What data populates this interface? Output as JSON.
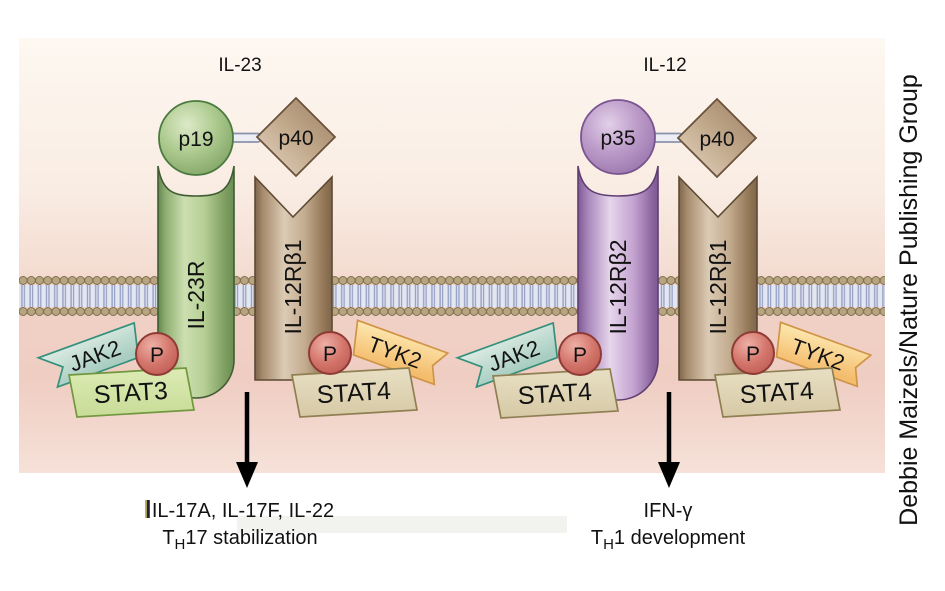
{
  "credit_vertical": "Debbie Maizels/Nature Publishing Group",
  "il23_complex": {
    "title": "IL-23",
    "p19": "p19",
    "p40": "p40",
    "receptor_left": "IL-23R",
    "receptor_right": "IL-12Rβ1",
    "jak2": "JAK2",
    "tyk2": "TYK2",
    "p_site": "P",
    "stat_left": "STAT3",
    "stat_right": "STAT4",
    "outcome_line1": "IL-17A, IL-17F, IL-22",
    "outcome_line2": {
      "prefix": "T",
      "sub": "H",
      "rest": "17 stabilization"
    }
  },
  "il12_complex": {
    "title": "IL-12",
    "p35": "p35",
    "p40": "p40",
    "receptor_left": "IL-12Rβ2",
    "receptor_right": "IL-12Rβ1",
    "jak2": "JAK2",
    "tyk2": "TYK2",
    "p_site": "P",
    "stat_left": "STAT4",
    "stat_right": "STAT4",
    "outcome_line1": "IFN-γ",
    "outcome_line2": {
      "prefix": "T",
      "sub": "H",
      "rest": "1 development"
    }
  },
  "colors": {
    "panel_top": "#fdf8f1",
    "panel_pink": "#efcdc2",
    "membrane_head": "#b7a480",
    "membrane_tail": "#99a2c6",
    "receptor_green": "#8fae72",
    "receptor_brown": "#b0937a",
    "receptor_purple": "#b292c4",
    "kinase_jak2": "#bcd8cc",
    "kinase_tyk2": "#f8cd7e",
    "stat3_fill": "#d6e4ab",
    "stat4_fill": "#e2d8ba",
    "phospho_red": "#c9655c",
    "arrow": "#000000"
  }
}
